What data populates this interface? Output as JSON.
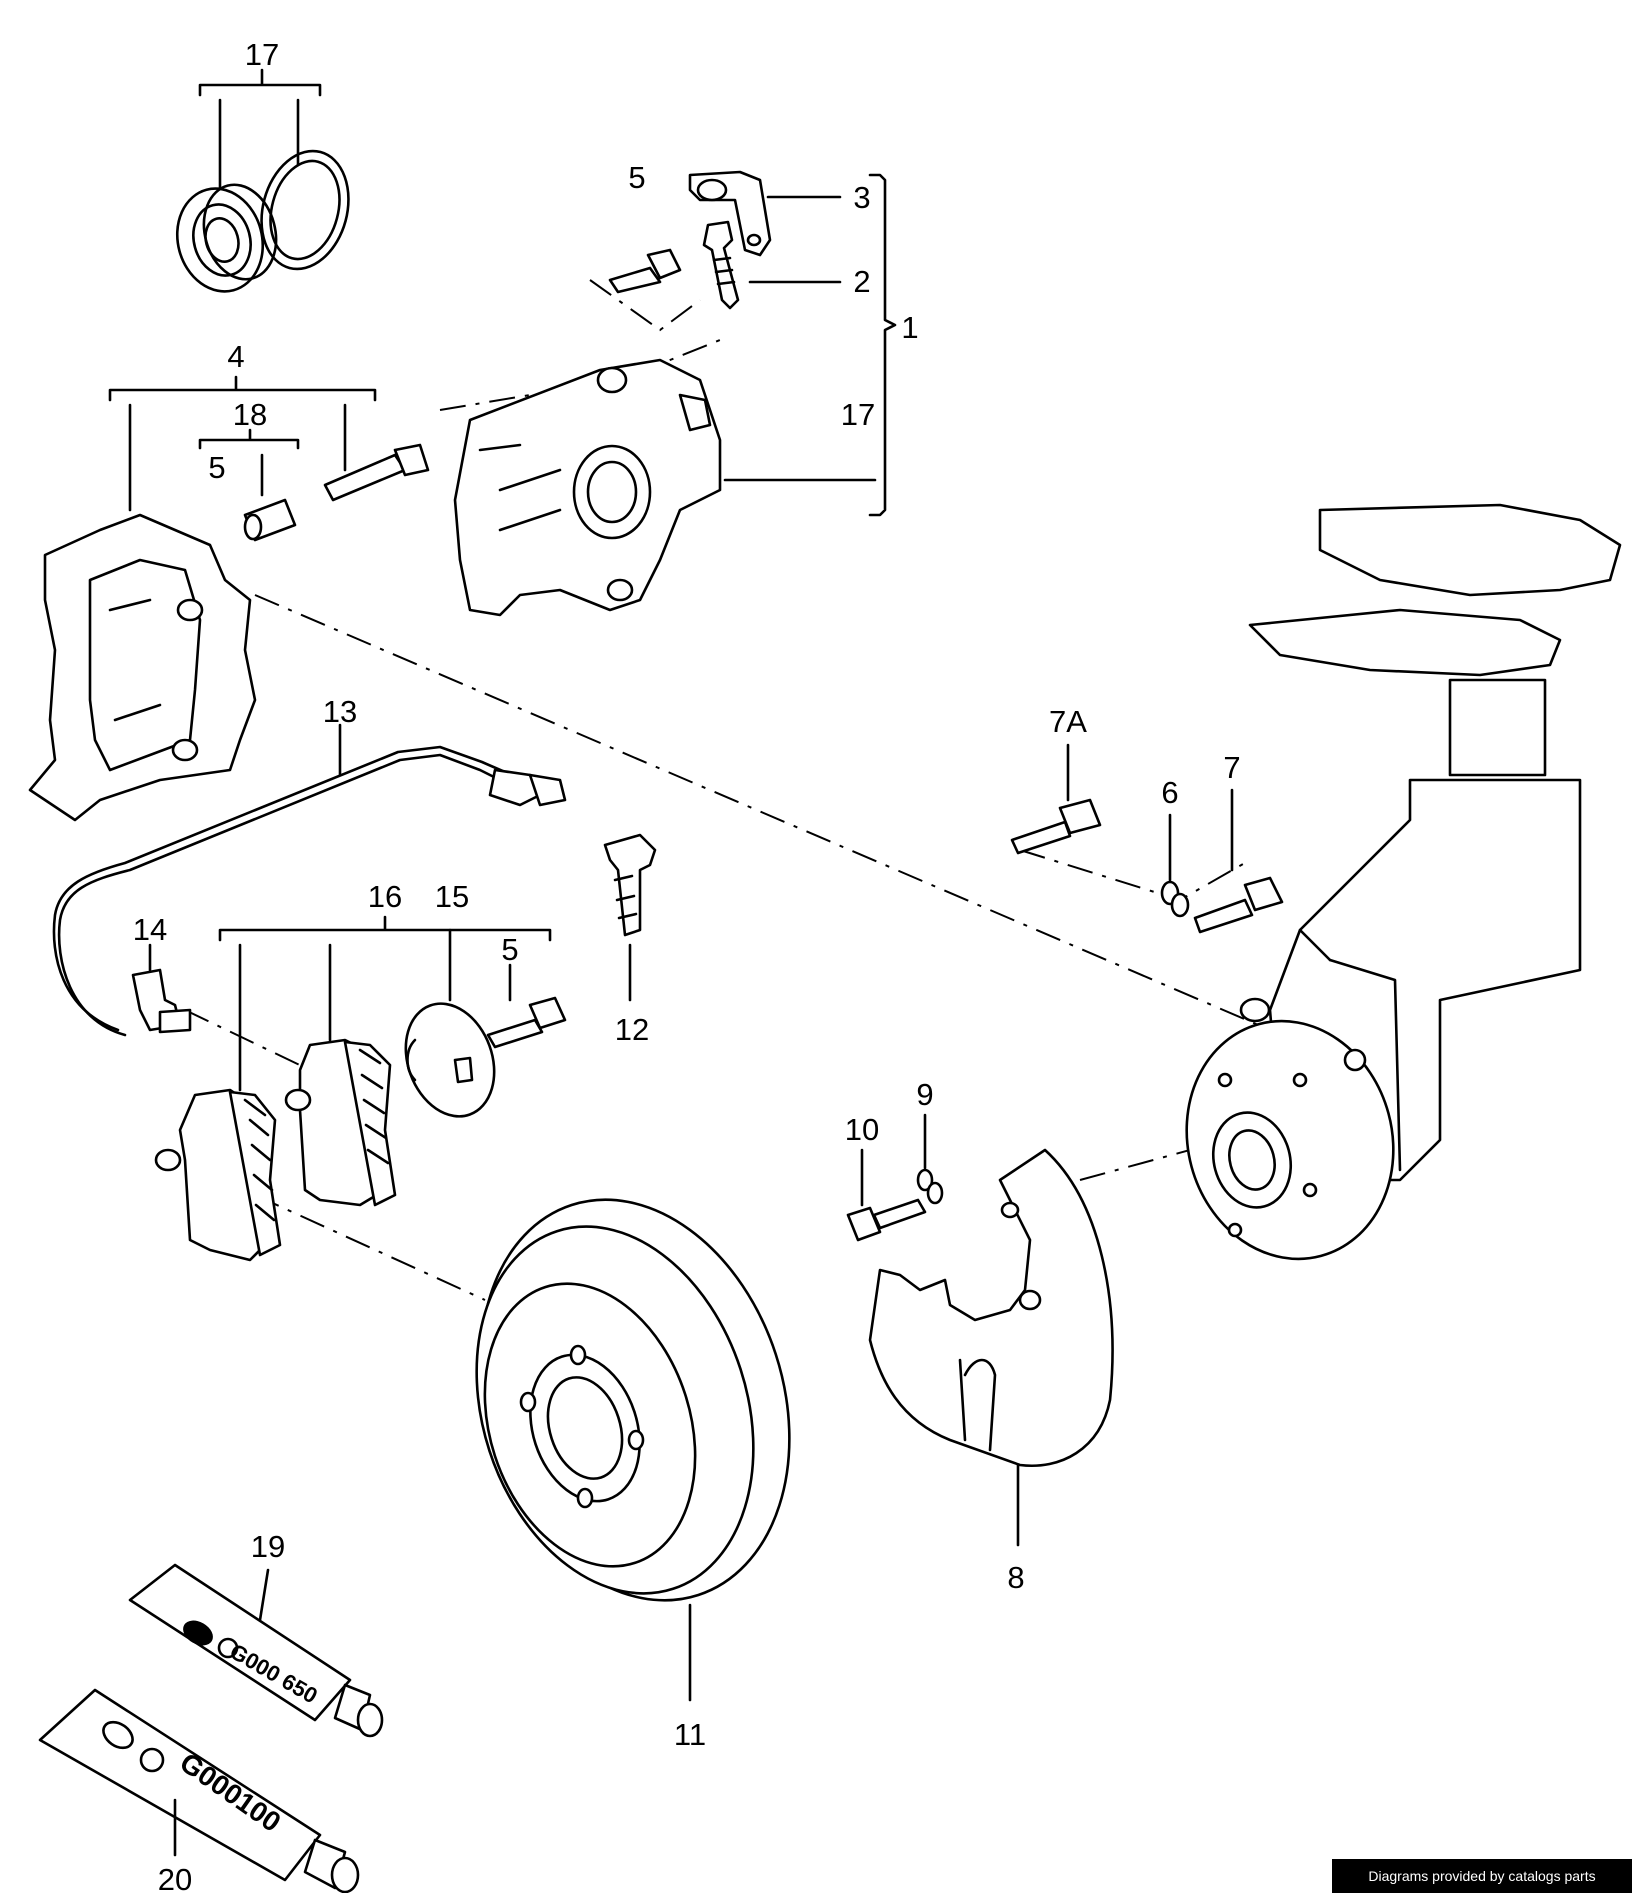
{
  "labels": {
    "l1": "1",
    "l2": "2",
    "l3": "3",
    "l4": "4",
    "l5a": "5",
    "l5b": "5",
    "l5c": "5",
    "l6": "6",
    "l7": "7",
    "l7a": "7A",
    "l8": "8",
    "l9": "9",
    "l10": "10",
    "l11": "11",
    "l12": "12",
    "l13": "13",
    "l14": "14",
    "l15": "15",
    "l16": "16",
    "l17a": "17",
    "l17b": "17",
    "l18": "18",
    "l19": "19",
    "l20": "20"
  },
  "tubes": {
    "tube19_code": "G000 650",
    "tube20_code": "G000100"
  },
  "credit": "Diagrams provided by catalogs parts"
}
